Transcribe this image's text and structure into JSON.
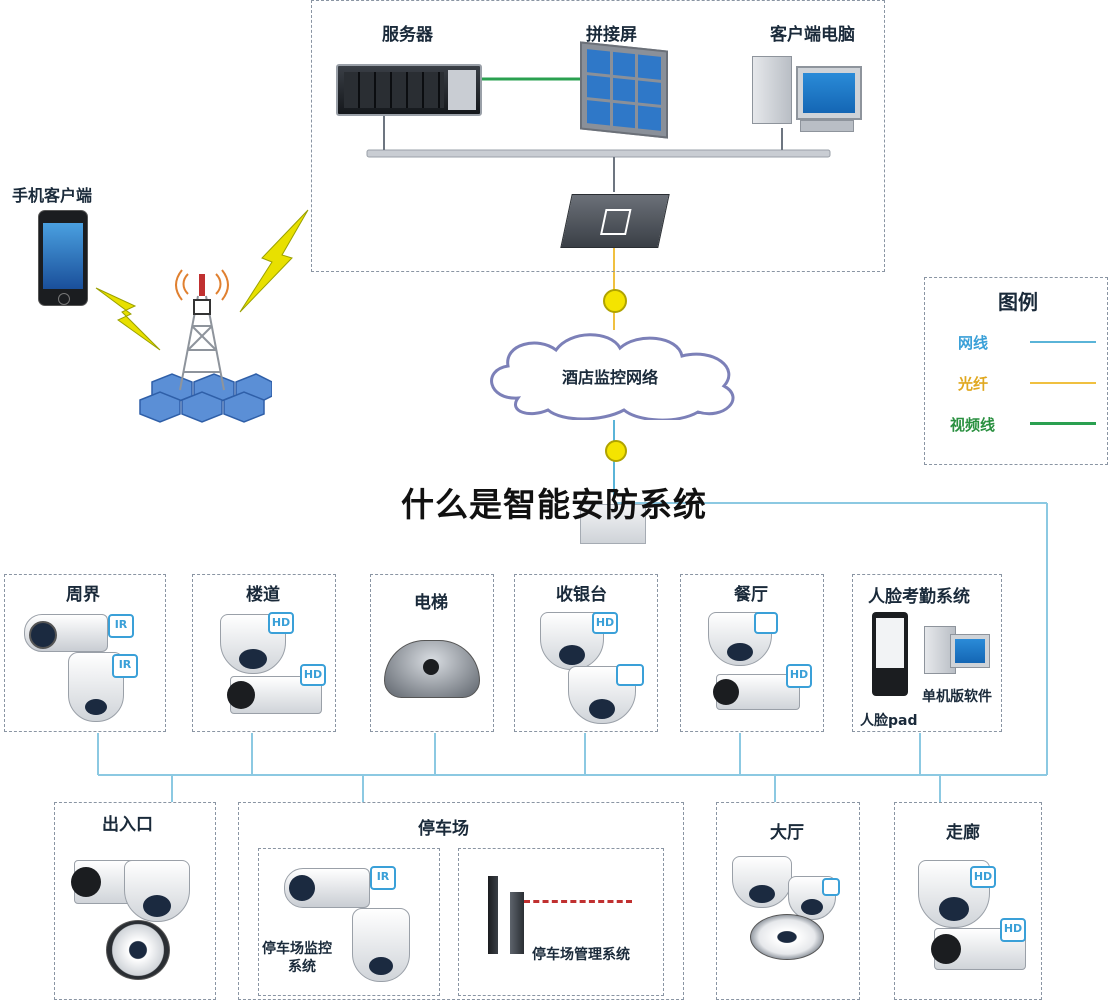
{
  "title": "什么是智能安防系统",
  "top_devices": {
    "server": "服务器",
    "video_wall": "拼接屏",
    "client_pc": "客户端电脑"
  },
  "mobile_client": "手机客户端",
  "network_cloud": "酒店监控网络",
  "legend": {
    "title": "图例",
    "items": [
      {
        "label": "网线",
        "color": "#5ab4d8"
      },
      {
        "label": "光纤",
        "color": "#f0c040"
      },
      {
        "label": "视频线",
        "color": "#2aa050"
      }
    ]
  },
  "zones_row1": [
    {
      "label": "周界"
    },
    {
      "label": "楼道"
    },
    {
      "label": "电梯"
    },
    {
      "label": "收银台"
    },
    {
      "label": "餐厅"
    },
    {
      "label": "人脸考勤系统"
    }
  ],
  "face_system": {
    "pad_label": "人脸pad",
    "software_label": "单机版软件"
  },
  "zones_row2": [
    {
      "label": "出入口"
    },
    {
      "label": "停车场"
    },
    {
      "label": "大厅"
    },
    {
      "label": "走廊"
    }
  ],
  "parking": {
    "monitor_label_line1": "停车场监控",
    "monitor_label_line2": "系统",
    "management_label": "停车场管理系统"
  },
  "badges": {
    "ir": "IR",
    "hd": "HD"
  }
}
